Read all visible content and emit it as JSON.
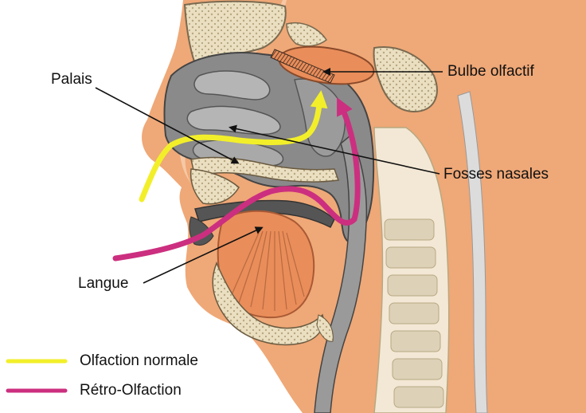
{
  "labels": {
    "palais": "Palais",
    "bulbe": "Bulbe olfactif",
    "fosses": "Fosses nasales",
    "langue": "Langue"
  },
  "legend": {
    "normal": {
      "text": "Olfaction normale",
      "color": "#f2ef2a"
    },
    "retro": {
      "text": "Rétro-Olfaction",
      "color": "#cc2f7f"
    }
  },
  "colors": {
    "skin": "#efa877",
    "skin_light": "#f6c8a5",
    "bone": "#eadfc0",
    "cavity": "#7d7d7d",
    "mucosa": "#a8a8a8",
    "bulb": "#e98d5a"
  }
}
